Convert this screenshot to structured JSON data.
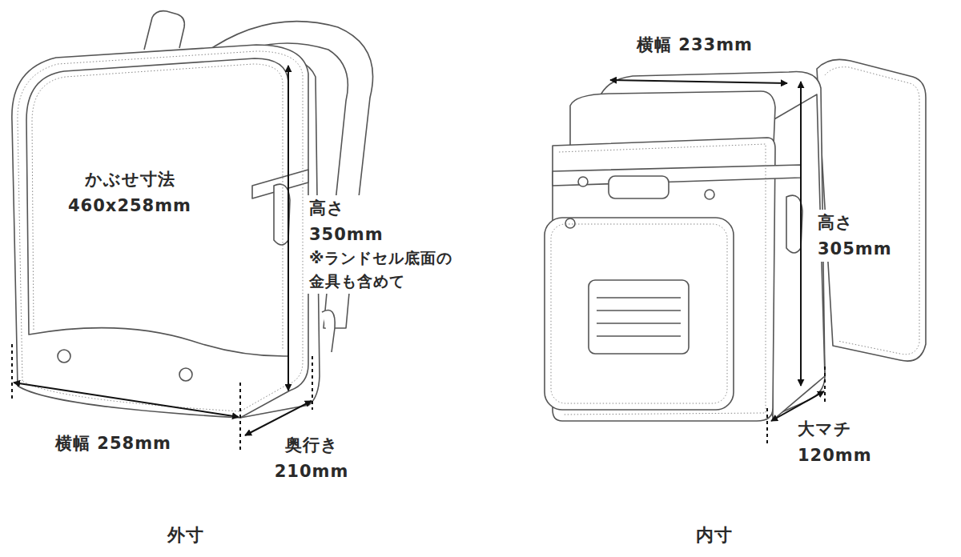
{
  "diagram": {
    "labels": [
      "かぶせ寸法 460x258mm",
      "高さ 350mm",
      "※ランドセル底面の 金具も含めて",
      "横幅 258mm",
      "奥行き 210mm",
      "外寸",
      "横幅 233mm",
      "高さ 305mm",
      "大マチ 120mm",
      "内寸"
    ]
  }
}
